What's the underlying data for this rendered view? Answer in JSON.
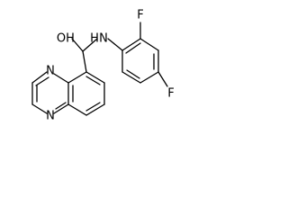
{
  "molecule": {
    "atom_labels": {
      "hydroxyl_o": "O",
      "h_suffix": "H",
      "amide_h": "H",
      "amide_n": "N",
      "ring_n_upper": "N",
      "ring_n_lower": "N",
      "fluoro_ortho": "F",
      "fluoro_para": "F"
    }
  }
}
